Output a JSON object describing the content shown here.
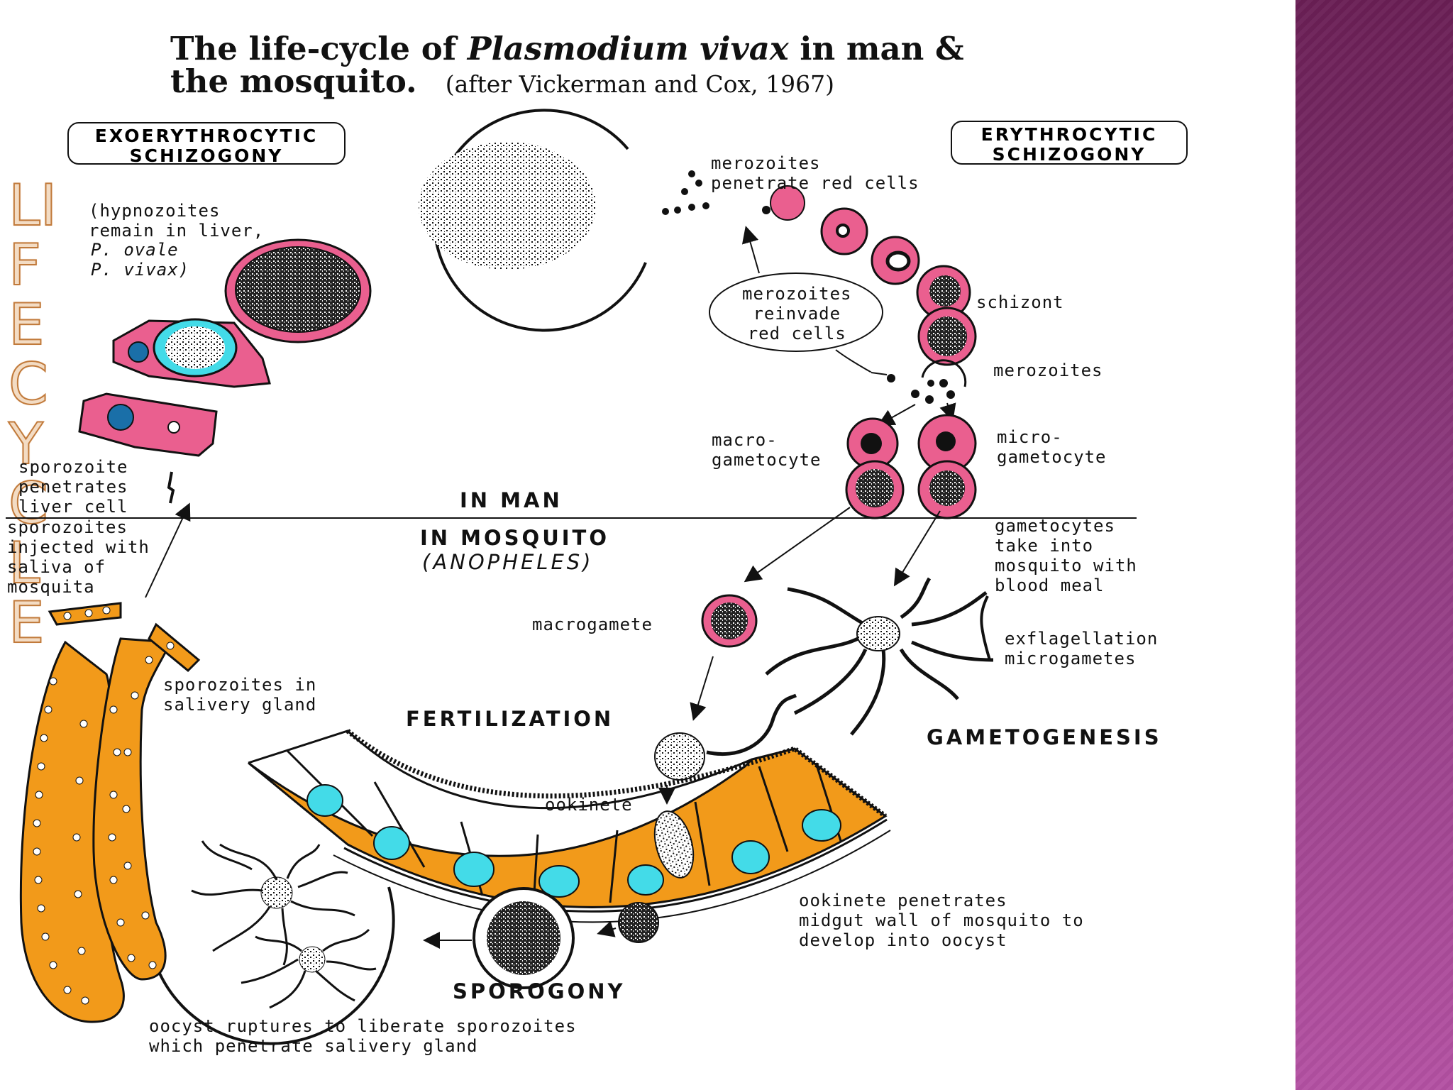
{
  "title": {
    "prefix": "The life-cycle of ",
    "species": "Plasmodium vivax",
    "suffix": " in man &",
    "line2": "the mosquito.",
    "citation": "(after Vickerman and Cox, 1967)"
  },
  "side_word": [
    "LI",
    "F",
    "E",
    "C",
    "Y",
    "C",
    "L",
    "E"
  ],
  "boxes": {
    "exo": "EXOERYTHROCYTIC\nSCHIZOGONY",
    "ery": "ERYTHROCYTIC\nSCHIZOGONY"
  },
  "labels": {
    "hypnozoites": "(hypnozoites\nremain in liver,",
    "ovale": "P. ovale",
    "vivax": "P. vivax)",
    "merozoites_penetrate": "merozoites\npenetrate red cells",
    "merozoites_reinvade": "merozoites\nreinvade\nred cells",
    "schizont": "schizont",
    "merozoites": "merozoites",
    "macrogametocyte": "macro-\ngametocyte",
    "microgametocyte": "micro-\ngametocyte",
    "sporozoite_penetrates": "sporozoite\npenetrates\nliver cell",
    "in_man": "IN MAN",
    "sporozoites_injected": "sporozoites\ninjected with\nsaliva of\nmosquita",
    "in_mosquito": "IN MOSQUITO",
    "anopheles": "(ANOPHELES)",
    "gametocytes_take": "gametocytes\ntake into\nmosquito with\nblood meal",
    "macrogamete": "macrogamete",
    "exflagellation": "exflagellation\nmicrogametes",
    "sporozoites_gland": "sporozoites in\nsalivery gland",
    "fertilization": "FERTILIZATION",
    "gametogenesis": "GAMETOGENESIS",
    "ookinete": "ookinete",
    "ookinete_penetrates": "ookinete penetrates\nmidgut wall of mosquito to\ndevelop into oocyst",
    "sporogony": "SPOROGONY",
    "oocyst_ruptures": "oocyst ruptures to liberate sporozoites\nwhich penetrate salivery gland"
  },
  "colors": {
    "cell_pink": "#ea5f8f",
    "gut_orange": "#f29a1a",
    "nucleus_cyan": "#43dbe8",
    "side_panel": "#8e3a7f"
  }
}
